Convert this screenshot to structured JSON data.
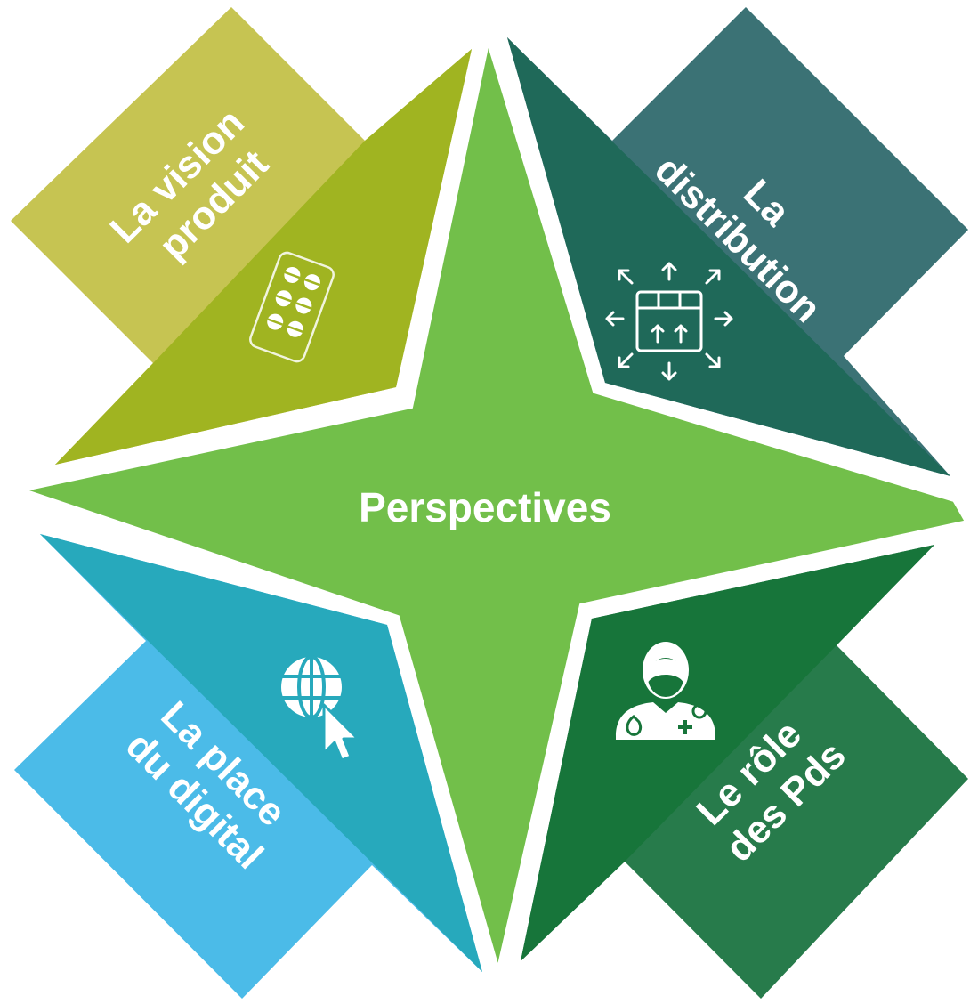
{
  "center": {
    "label": "Perspectives"
  },
  "quadrants": {
    "top_left": {
      "lines": [
        "La vision",
        "produit"
      ]
    },
    "top_right": {
      "lines": [
        "La",
        "distribution"
      ]
    },
    "bottom_left": {
      "lines": [
        "La place",
        "du digital"
      ]
    },
    "bottom_right": {
      "lines": [
        "Le rôle",
        "des Pds"
      ]
    }
  },
  "icons": {
    "top_left": "pill-blister-icon",
    "top_right": "package-distribution-icon",
    "bottom_left": "globe-cursor-icon",
    "bottom_right": "doctor-icon"
  },
  "colors": {
    "star": "#72bf4a",
    "top_left_outer": "#c6c452",
    "top_left_inner": "#a0b421",
    "top_right_outer": "#3b7275",
    "top_right_inner": "#1f6959",
    "bottom_left_outer": "#4bbbe8",
    "bottom_left_inner": "#27a9bc",
    "bottom_right_outer": "#277b4b",
    "bottom_right_inner": "#17753a"
  }
}
